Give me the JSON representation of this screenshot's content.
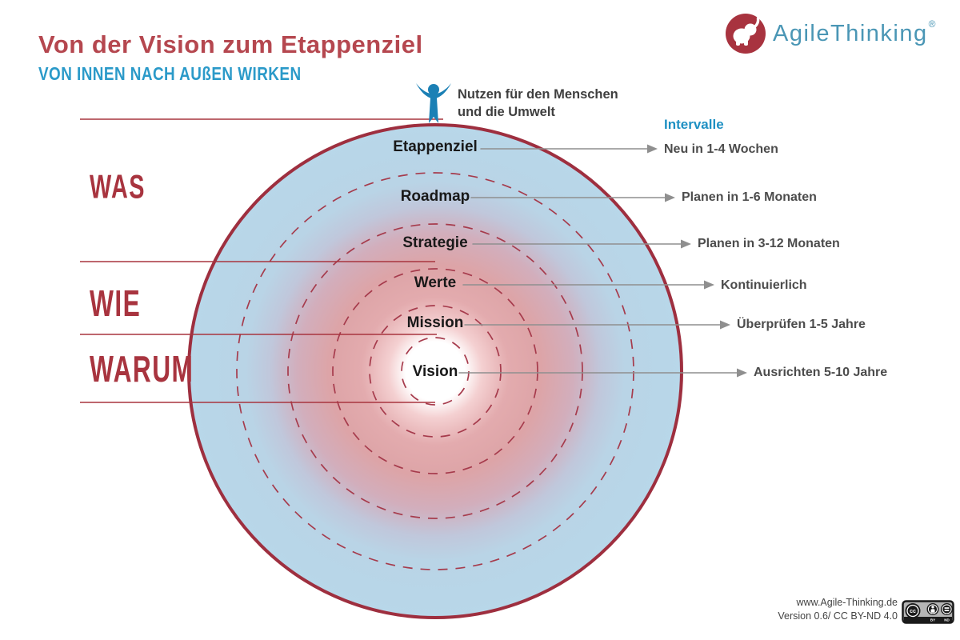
{
  "header": {
    "title": "Von der Vision zum Etappenziel",
    "subtitle": "VON INNEN NACH AUßEN WIRKEN"
  },
  "logo": {
    "brand": "AgileThinking",
    "registered": "®"
  },
  "benefit_note": {
    "line1": "Nutzen für den Menschen",
    "line2": "und die Umwelt"
  },
  "diagram": {
    "intervals_title": "Intervalle",
    "rings": [
      {
        "label": "Etappenziel",
        "interval": "Neu in 1-4 Wochen"
      },
      {
        "label": "Roadmap",
        "interval": "Planen in 1-6 Monaten"
      },
      {
        "label": "Strategie",
        "interval": "Planen in 3-12 Monaten"
      },
      {
        "label": "Werte",
        "interval": "Kontinuierlich"
      },
      {
        "label": "Mission",
        "interval": "Überprüfen 1-5 Jahre"
      },
      {
        "label": "Vision",
        "interval": "Ausrichten 5-10 Jahre"
      }
    ],
    "question_labels": [
      {
        "label": "WAS"
      },
      {
        "label": "WIE"
      },
      {
        "label": "WARUM"
      }
    ]
  },
  "footer": {
    "website": "www.Agile-Thinking.de",
    "version": "Version 0.6/ CC BY-ND 4.0",
    "license": {
      "cc": "cc",
      "by": "BY",
      "nd": "ND"
    }
  },
  "icons": {
    "person": "person-arms-raised-icon",
    "elephant": "elephant-logo-icon",
    "arrow": "arrow-right-icon",
    "license_badge": "cc-by-nd-badge-icon"
  },
  "colors": {
    "title_red": "#b5474f",
    "brand_red": "#a8333f",
    "accent_blue": "#2b9ac9",
    "intervals_blue": "#1e90c3",
    "logo_teal": "#4a96b5",
    "circle_fill_blue": "#b8d7e9",
    "circle_stroke_red": "#9e2f3f",
    "dashed_ring_red": "#a63b4c",
    "label_dark": "#191919",
    "interval_gray": "#4c4c4c",
    "arrow_gray": "#8f8f8f",
    "person_blue": "#1b80b5"
  }
}
